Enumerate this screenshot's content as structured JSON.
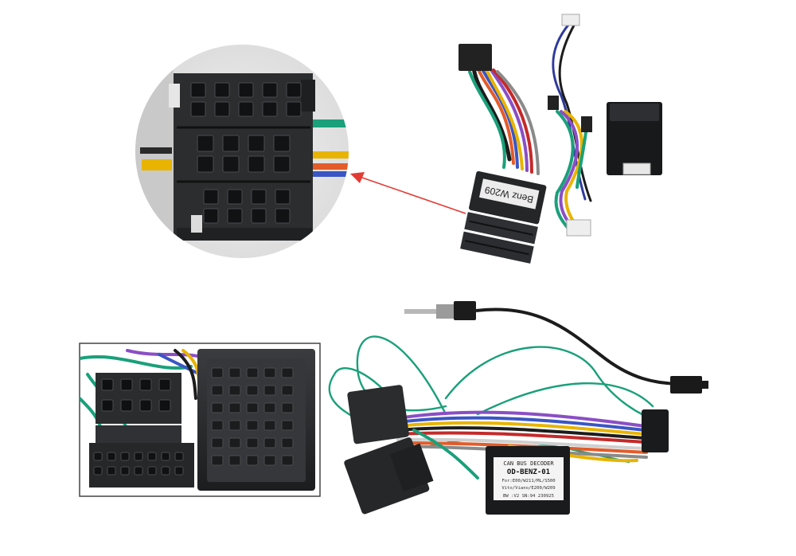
{
  "product": {
    "harness_tag": "Benz W209",
    "decoder_label": {
      "line1": "CAN BUS DECODER",
      "line2": "OD-BENZ-01",
      "line3": "For:E00/W211/ML/S500",
      "line4": "Vito/Viano/E200/W209",
      "line5": "BW :V2   SN:94   230925"
    }
  },
  "colors": {
    "background": "#ffffff",
    "plastic": "#2a2c2e",
    "plastic_dark": "#17181a",
    "arrow": "#e33b34",
    "wire_green": "#1aa07a",
    "wire_black": "#1c1c1c"
  }
}
